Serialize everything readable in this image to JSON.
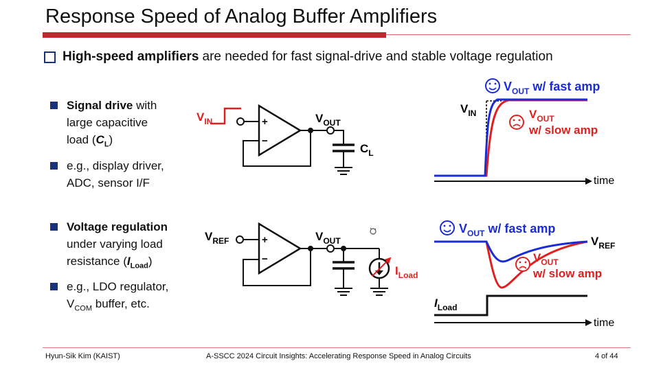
{
  "title": "Response Speed of Analog Buffer Amplifiers",
  "lead": {
    "bold": "High-speed amplifiers",
    "rest": "are needed for fast signal-drive and stable voltage regulation"
  },
  "bullets": {
    "b1": {
      "bold": "Signal drive",
      "l1": " with",
      "l2": "large capacitive",
      "l3a": "load (",
      "l3v": "C",
      "l3s": "L",
      "l3b": ")"
    },
    "b2": {
      "l1": "e.g., display driver,",
      "l2": "ADC, sensor I/F"
    },
    "b3": {
      "bold": "Voltage regulation",
      "l2": "under varying load",
      "l3a": "resistance (",
      "l3v": "I",
      "l3s": "Load",
      "l3b": ")"
    },
    "b4": {
      "l1": "e.g., LDO regulator,",
      "l2v": "V",
      "l2s": "COM",
      "l2rest": " buffer, etc."
    }
  },
  "circuit1": {
    "vin_main": "V",
    "vin_sub": "IN",
    "vout_main": "V",
    "vout_sub": "OUT",
    "cl_main": "C",
    "cl_sub": "L",
    "plus": "+",
    "minus": "−"
  },
  "circuit2": {
    "vref_main": "V",
    "vref_sub": "REF",
    "vout_main": "V",
    "vout_sub": "OUT",
    "iload_main": "I",
    "iload_sub": "Load",
    "plus": "+",
    "minus": "−"
  },
  "plot1": {
    "vin_main": "V",
    "vin_sub": "IN",
    "fast_main": "V",
    "fast_sub": "OUT",
    "fast_rest": " w/ fast amp",
    "slow_main": "V",
    "slow_sub": "OUT",
    "slow_rest": "w/ slow amp",
    "time": "time"
  },
  "plot2": {
    "fast_main": "V",
    "fast_sub": "OUT",
    "fast_rest": " w/ fast amp",
    "slow_main": "V",
    "slow_sub": "OUT",
    "slow_rest": "w/ slow amp",
    "vref_main": "V",
    "vref_sub": "REF",
    "iload_main": "I",
    "iload_sub": "Load",
    "time": "time"
  },
  "footer": {
    "author": "Hyun-Sik Kim (KAIST)",
    "event": "A-SSCC 2024 Circuit Insights: Accelerating Response Speed in Analog Circuits",
    "page": "4 of 44"
  },
  "colors": {
    "accent_red": "#c0262c",
    "navy": "#17327a",
    "fast_blue": "#1b2bd6",
    "slow_red": "#e02020"
  }
}
